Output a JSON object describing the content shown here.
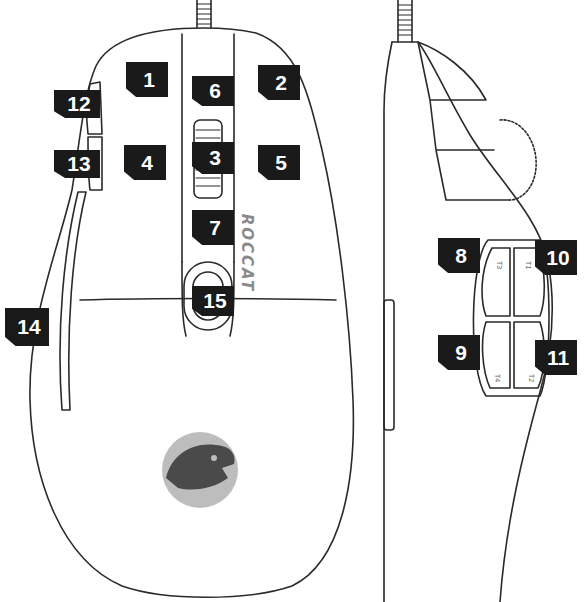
{
  "diagram": {
    "labels": [
      "1",
      "2",
      "12",
      "6",
      "13",
      "4",
      "3",
      "5",
      "7",
      "ROCCAT",
      "8",
      "10",
      "14",
      "15",
      "9",
      "11",
      "T3",
      "T1",
      "T4",
      "T2"
    ]
  }
}
